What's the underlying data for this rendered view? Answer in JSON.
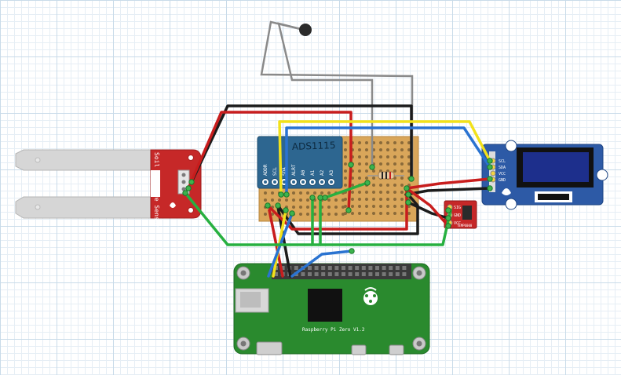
{
  "soil_sensor": {
    "label": "Soil Moisture Sensor"
  },
  "adc": {
    "label": "ADS1115",
    "pins": [
      "ADDR",
      "SCL",
      "SDA",
      "ALRT",
      "A0",
      "A1",
      "A2",
      "A3"
    ]
  },
  "oled": {
    "pins": [
      "SCL",
      "SDA",
      "VCC",
      "GND"
    ]
  },
  "temp_sensor": {
    "pins": [
      "SIG",
      "GND",
      "VCC"
    ],
    "label": "TEMP6000"
  },
  "pi": {
    "label": "Raspberry Pi Zero V1.2"
  },
  "colors": {
    "wire_red": "#c81d1d",
    "wire_black": "#1c1c1c",
    "wire_yellow": "#f2e11a",
    "wire_blue": "#2a73d1",
    "wire_green": "#27b040",
    "wire_gray": "#8a8a8a",
    "pcb_green": "#2a8a2e",
    "sensor_red": "#c62828",
    "adc_blue": "#2d6690",
    "oled_blue": "#2d5aa6"
  }
}
